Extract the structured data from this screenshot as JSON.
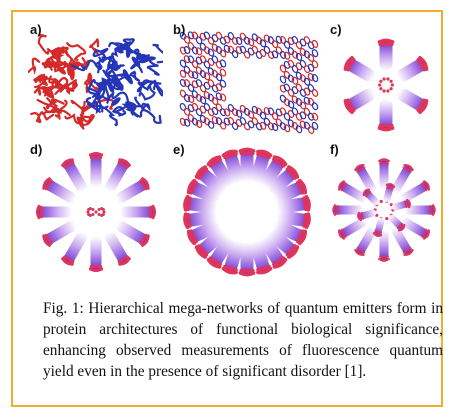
{
  "figure": {
    "panels": [
      {
        "label": "a)",
        "content": "red and blue protein ribbon structure"
      },
      {
        "label": "b)",
        "content": "stacked helical protein assembly"
      },
      {
        "label": "c)",
        "content": "ring of 6 emitter bundles"
      },
      {
        "label": "d)",
        "content": "ring of 12 emitter bundles"
      },
      {
        "label": "e)",
        "content": "dense ring of emitter bundles"
      },
      {
        "label": "f)",
        "content": "two concentric rings of emitter bundles"
      }
    ],
    "colors": {
      "border": "#f0ad2e",
      "emitter": "#e0355a",
      "tube_inner": "#ffffff",
      "tube_outer": "#6b2fd0",
      "protein_red": "#d42a2a",
      "protein_blue": "#2435b8"
    },
    "caption": "Fig. 1: Hierarchical mega-networks of quantum emitters form in protein architectures of functional biological significance, enhancing observed measurements of fluorescence quantum yield even in the presence of significant disorder [1]."
  }
}
